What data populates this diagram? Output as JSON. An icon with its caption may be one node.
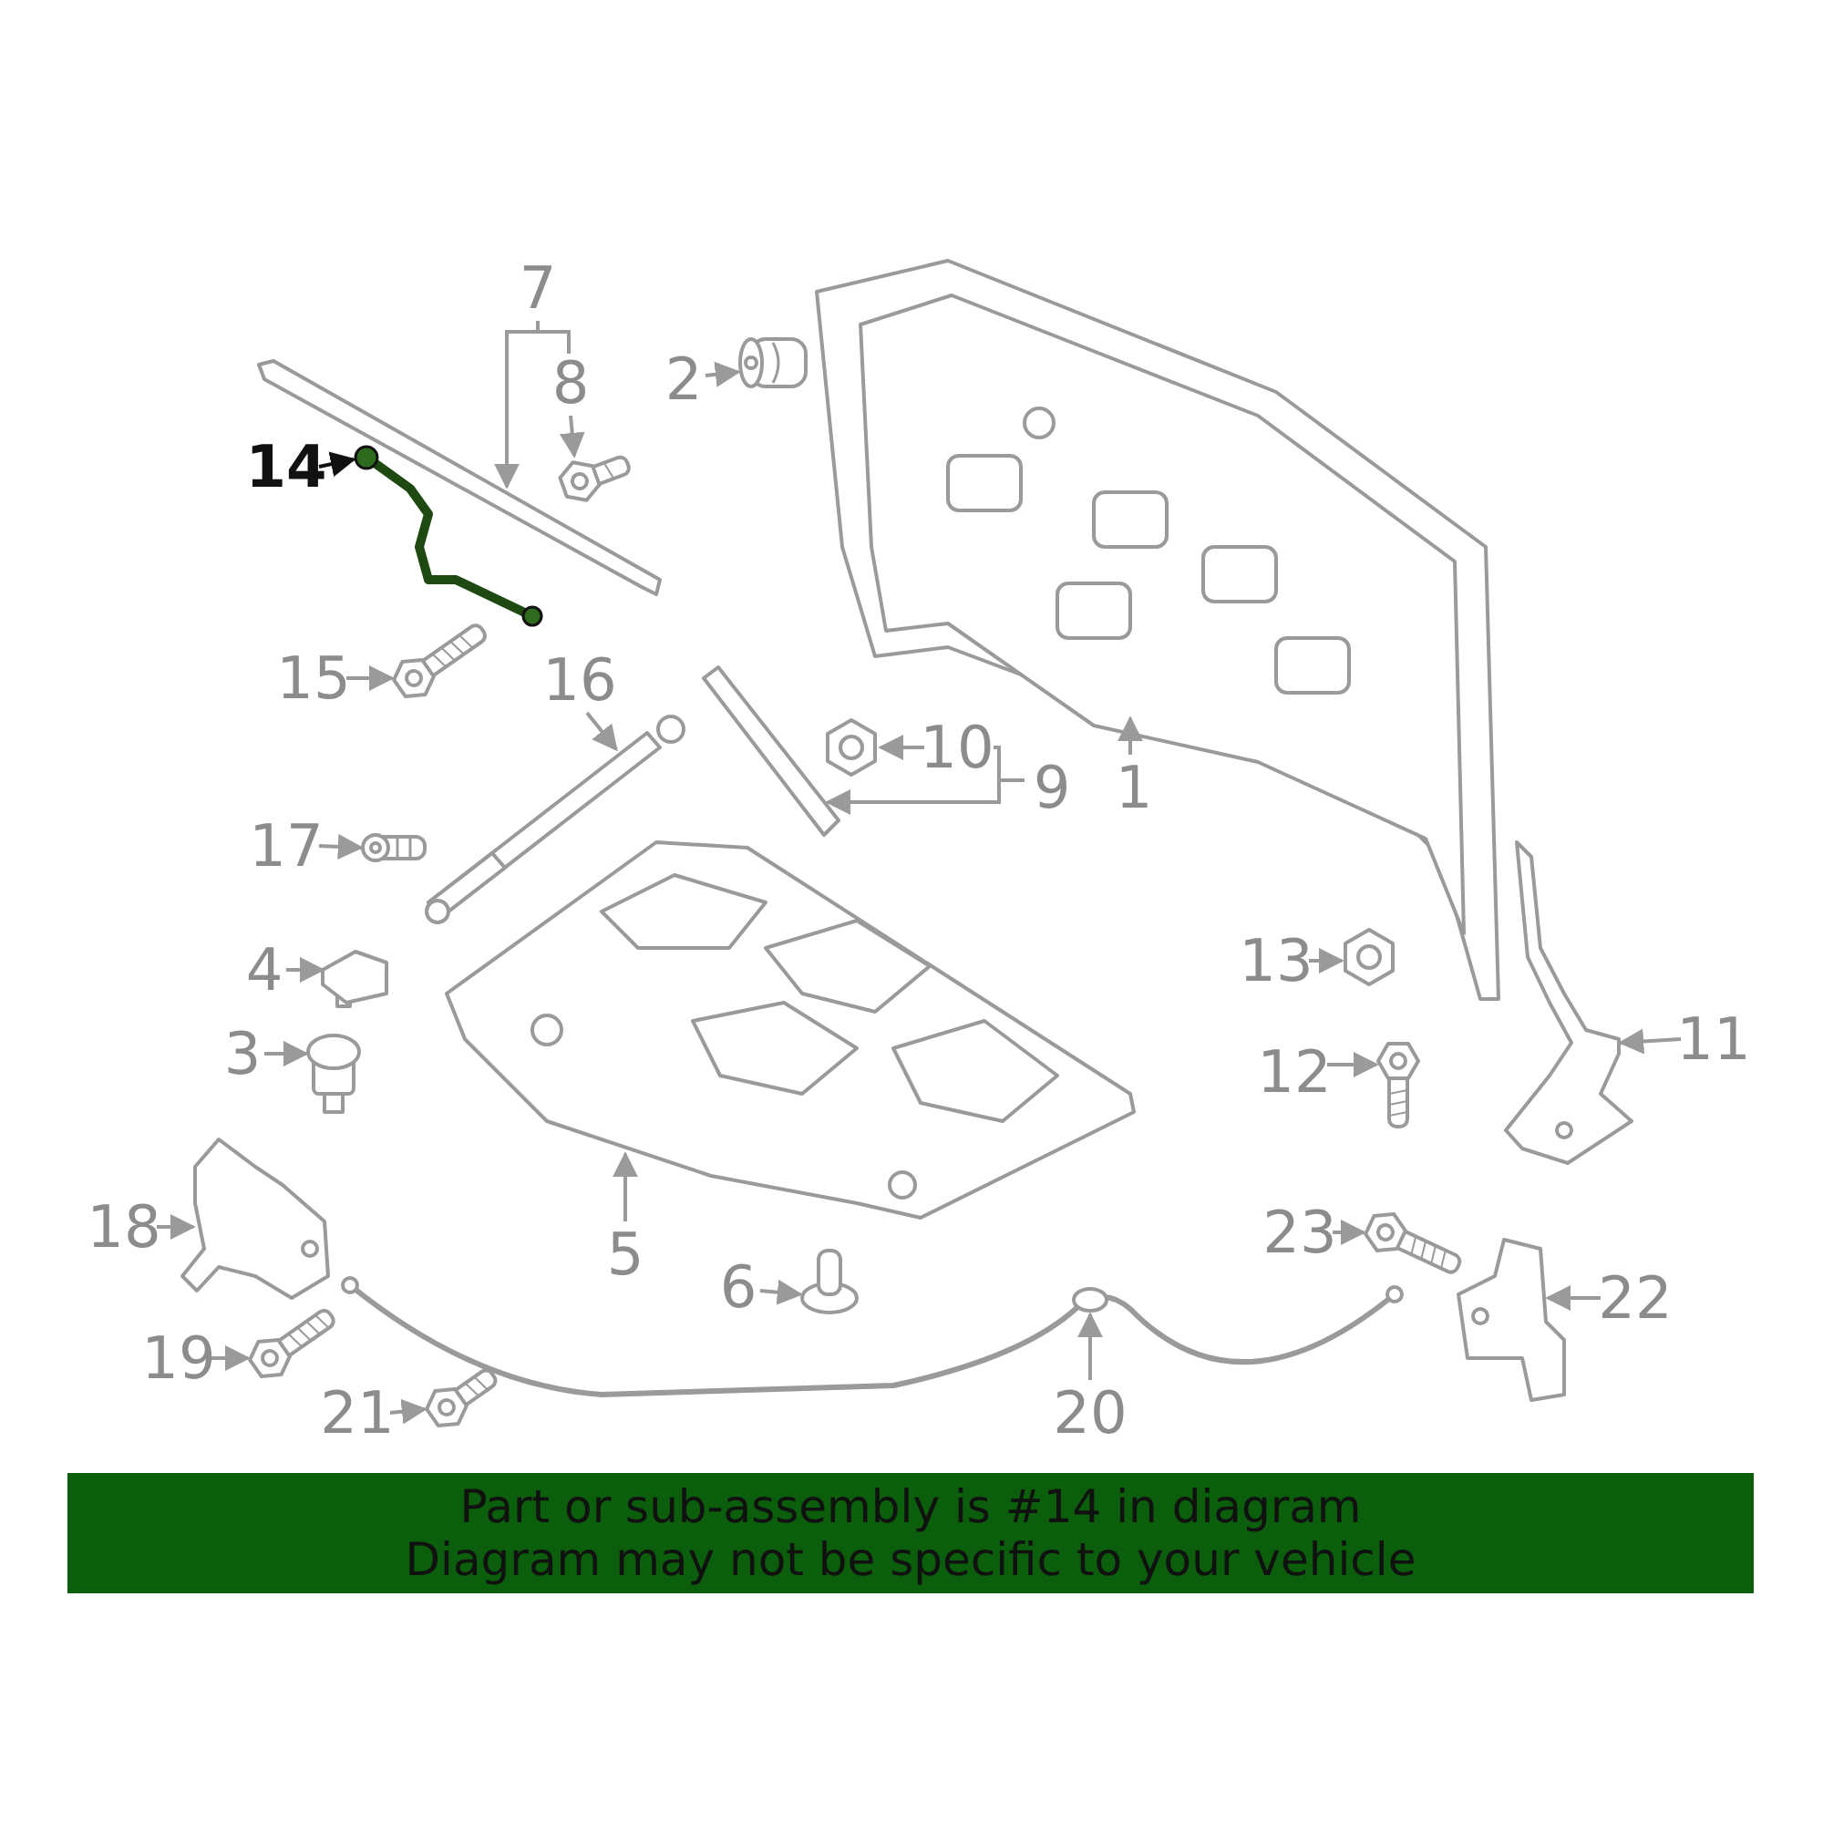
{
  "diagram": {
    "nodes": [
      {
        "text": [
          "1"
        ]
      },
      {
        "text": [],
        "shape": "picture"
      },
      {
        "text": [
          "2"
        ]
      },
      {
        "text": [],
        "shape": "picture"
      },
      {
        "text": [
          "3"
        ]
      },
      {
        "text": [],
        "shape": "picture"
      },
      {
        "text": [
          "4"
        ]
      },
      {
        "text": [],
        "shape": "picture"
      },
      {
        "text": [
          "5"
        ]
      },
      {
        "text": [],
        "shape": "picture"
      },
      {
        "text": [
          "6"
        ]
      },
      {
        "text": [],
        "shape": "picture"
      },
      {
        "text": [
          "7"
        ]
      },
      {
        "text": [],
        "shape": "picture"
      },
      {
        "text": [
          "8"
        ]
      },
      {
        "text": [],
        "shape": "picture"
      },
      {
        "text": [
          "9"
        ]
      },
      {
        "text": [],
        "shape": "picture"
      },
      {
        "text": [
          "10"
        ]
      },
      {
        "text": [],
        "shape": "picture"
      },
      {
        "text": [
          "11"
        ]
      },
      {
        "text": [],
        "shape": "picture"
      },
      {
        "text": [
          "12"
        ]
      },
      {
        "text": [],
        "shape": "picture"
      },
      {
        "text": [
          "13"
        ]
      },
      {
        "text": [],
        "shape": "picture"
      },
      {
        "text": [
          "14"
        ]
      },
      {
        "text": [],
        "shape": "picture"
      },
      {
        "text": [
          "15"
        ]
      },
      {
        "text": [],
        "shape": "picture"
      },
      {
        "text": [
          "16"
        ]
      },
      {
        "text": [],
        "shape": "picture"
      },
      {
        "text": [
          "17"
        ]
      },
      {
        "text": [],
        "shape": "picture"
      },
      {
        "text": [
          "18"
        ]
      },
      {
        "text": [],
        "shape": "picture"
      },
      {
        "text": [
          "19"
        ]
      },
      {
        "text": [],
        "shape": "picture"
      },
      {
        "text": [
          "20"
        ]
      },
      {
        "text": [],
        "shape": "picture"
      },
      {
        "text": [
          "21"
        ]
      },
      {
        "text": [],
        "shape": "picture"
      },
      {
        "text": [
          "22"
        ]
      },
      {
        "text": [],
        "shape": "picture"
      },
      {
        "text": [
          "23"
        ]
      },
      {
        "text": [],
        "shape": "picture"
      },
      {
        "text": [
          "Part or sub-assembly is #14 in diagram",
          "Diagram may not be specific to your vehicle"
        ]
      }
    ],
    "edges": [
      {
        "from": 0,
        "to": 1,
        "arrow": "to"
      },
      {
        "from": 2,
        "to": 3,
        "arrow": "to"
      },
      {
        "from": 4,
        "to": 5,
        "arrow": "to"
      },
      {
        "from": 6,
        "to": 7,
        "arrow": "to"
      },
      {
        "from": 8,
        "to": 9,
        "arrow": "to"
      },
      {
        "from": 10,
        "to": 11,
        "arrow": "to"
      },
      {
        "from": 12,
        "to": 13,
        "arrow": "to"
      },
      {
        "from": 14,
        "to": 15,
        "arrow": "to"
      },
      {
        "from": 16,
        "to": 17,
        "arrow": "to"
      },
      {
        "from": 18,
        "to": 19,
        "arrow": "to"
      },
      {
        "from": 20,
        "to": 21,
        "arrow": "to"
      },
      {
        "from": 22,
        "to": 23,
        "arrow": "to"
      },
      {
        "from": 24,
        "to": 25,
        "arrow": "to"
      },
      {
        "from": 26,
        "to": 27,
        "arrow": "to",
        "color": "#111111"
      },
      {
        "from": 28,
        "to": 29,
        "arrow": "to"
      },
      {
        "from": 30,
        "to": 31,
        "arrow": "to"
      },
      {
        "from": 32,
        "to": 33,
        "arrow": "to"
      },
      {
        "from": 34,
        "to": 35,
        "arrow": "to"
      },
      {
        "from": 36,
        "to": 37,
        "arrow": "to"
      },
      {
        "from": 38,
        "to": 39,
        "arrow": "to"
      },
      {
        "from": 40,
        "to": 41,
        "arrow": "to"
      },
      {
        "from": 42,
        "to": 43,
        "arrow": "to"
      },
      {
        "from": 44,
        "to": 45,
        "arrow": "to"
      },
      {
        "from": 12,
        "to": 14,
        "arrow": "none"
      },
      {
        "from": 16,
        "to": 18,
        "arrow": "none"
      }
    ]
  }
}
